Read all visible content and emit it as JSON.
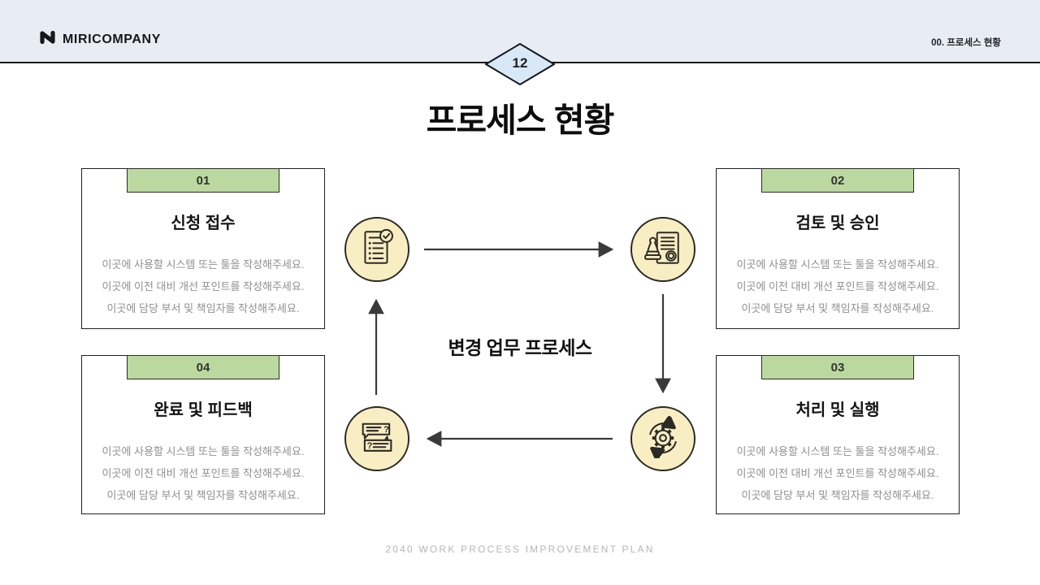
{
  "header": {
    "logo": "MIRICOMPANY",
    "section_label": "00.  프로세스 현황",
    "page_number": "12"
  },
  "slide": {
    "title": "프로세스 현황",
    "center_label": "변경 업무 프로세스",
    "footer": "2040 WORK PROCESS IMPROVEMENT PLAN"
  },
  "boxes": [
    {
      "number": "01",
      "title": "신청 접수",
      "lines": [
        "이곳에 사용할 시스템 또는 툴을 작성해주세요.",
        "이곳에 이전 대비 개선 포인트를 작성해주세요.",
        "이곳에 담당 부서 및 책임자를 작성해주세요."
      ]
    },
    {
      "number": "02",
      "title": "검토 및 승인",
      "lines": [
        "이곳에 사용할 시스템 또는 툴을 작성해주세요.",
        "이곳에 이전 대비 개선 포인트를 작성해주세요.",
        "이곳에 담당 부서 및 책임자를 작성해주세요."
      ]
    },
    {
      "number": "03",
      "title": "처리 및 실행",
      "lines": [
        "이곳에 사용할 시스템 또는 툴을 작성해주세요.",
        "이곳에 이전 대비 개선 포인트를 작성해주세요.",
        "이곳에 담당 부서 및 책임자를 작성해주세요."
      ]
    },
    {
      "number": "04",
      "title": "완료 및 피드백",
      "lines": [
        "이곳에 사용할 시스템 또는 툴을 작성해주세요.",
        "이곳에 이전 대비 개선 포인트를 작성해주세요.",
        "이곳에 담당 부서 및 책임자를 작성해주세요."
      ]
    }
  ],
  "cycle_icons": [
    "checklist-document-icon",
    "stamp-approval-icon",
    "gear-cycle-icon",
    "chat-feedback-icon"
  ],
  "colors": {
    "header_bg": "#e8edf5",
    "diamond_fill": "#d9e8f6",
    "tab_green": "#bcd8a1",
    "circle_cream": "#f9edc3",
    "outline": "#2b2b25",
    "body_text": "#8f8f8f",
    "footer_text": "#b6b6bc"
  }
}
